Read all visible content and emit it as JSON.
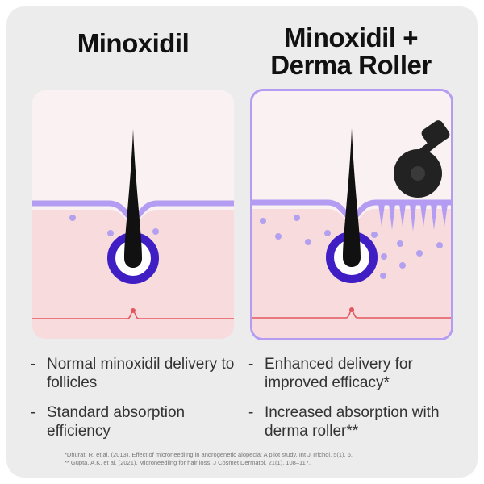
{
  "colors": {
    "card_bg": "#ececec",
    "skin_top": "#faf2f2",
    "skin_dermis": "#f8dbdc",
    "epidermis_line": "#b39cf2",
    "follicle_ring": "#3f1fc4",
    "hair": "#111111",
    "blood_vessel": "#e0585e",
    "particle": "#b3a1ef",
    "roller": "#222222"
  },
  "left": {
    "title": "Minoxidil",
    "bullets": [
      "Normal minoxidil delivery to follicles",
      "Standard absorption efficiency"
    ]
  },
  "right": {
    "title": "Minoxidil + Derma Roller",
    "bullets": [
      "Enhanced delivery for improved efficacy*",
      "Increased absorption with derma roller**"
    ]
  },
  "bullet_dash": "-",
  "references": [
    "*Dhurat, R. et al. (2013). Effect of microneedling in androgenetic alopecia: A pilot study. Int J Trichol, 5(1), 6.",
    "** Gupta, A.K. et al. (2021). Microneedling for hair loss. J Cosmet Dermatol, 21(1), 108–117."
  ]
}
